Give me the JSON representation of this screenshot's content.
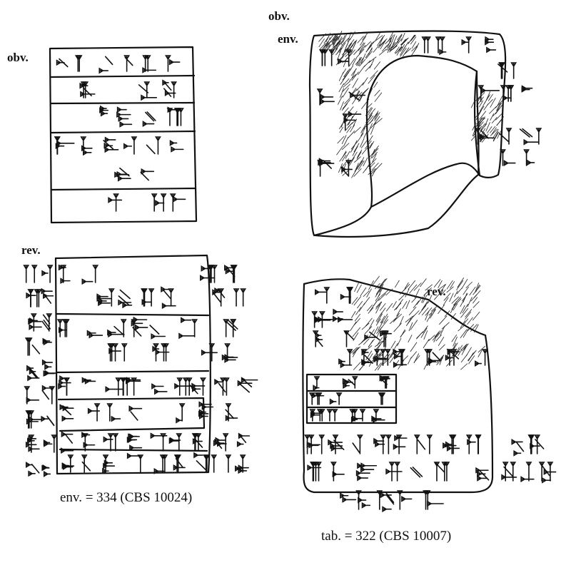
{
  "plate": {
    "envelope_obverse": {
      "face_label": "obv."
    },
    "envelope_obverse_right": {
      "face_label": "obv.",
      "object_label": "env."
    },
    "envelope_reverse": {
      "face_label": "rev."
    },
    "tablet_reverse": {
      "face_label": "rev."
    },
    "captions": {
      "envelope": "env. = 334 (CBS 10024)",
      "tablet": "tab. = 322 (CBS 10007)"
    }
  },
  "colors": {
    "ink": "#111111",
    "paper": "#ffffff"
  }
}
